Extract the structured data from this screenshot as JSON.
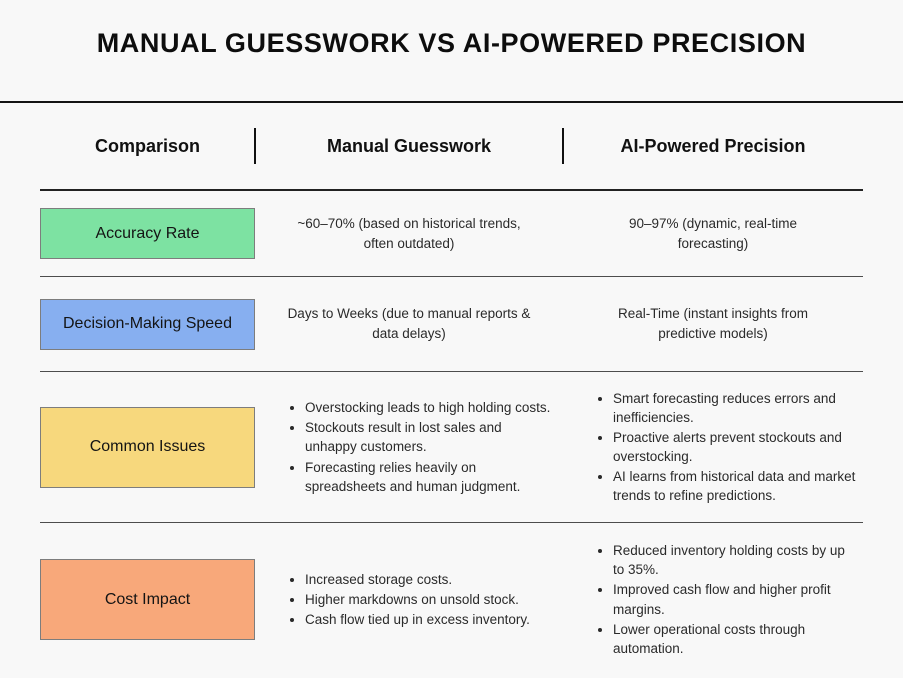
{
  "page": {
    "title": "MANUAL GUESSWORK VS AI-POWERED PRECISION",
    "background_color": "#f8f8f8",
    "text_color": "#2a2a2a"
  },
  "table": {
    "headers": [
      {
        "label": "Comparison"
      },
      {
        "label": "Manual Guesswork"
      },
      {
        "label": "AI-Powered Precision"
      }
    ],
    "rows": [
      {
        "label": "Accuracy Rate",
        "label_color": "#7de2a2",
        "manual": "~60–70% (based on historical trends, often outdated)",
        "ai": "90–97% (dynamic, real-time forecasting)"
      },
      {
        "label": "Decision-Making Speed",
        "label_color": "#87aff0",
        "manual": "Days to Weeks (due to manual reports & data delays)",
        "ai": "Real-Time (instant insights from predictive models)"
      },
      {
        "label": "Common Issues",
        "label_color": "#f7d87d",
        "manual_bullets": [
          "Overstocking leads to high holding costs.",
          "Stockouts result in lost sales and unhappy customers.",
          "Forecasting relies heavily on spreadsheets and human judgment."
        ],
        "ai_bullets": [
          "Smart forecasting reduces errors and inefficiencies.",
          "Proactive alerts prevent stockouts and overstocking.",
          "AI learns from historical data and market trends to refine predictions."
        ]
      },
      {
        "label": "Cost Impact",
        "label_color": "#f8a87a",
        "manual_bullets": [
          "Increased storage costs.",
          "Higher markdowns on unsold stock.",
          "Cash flow tied up in excess inventory."
        ],
        "ai_bullets": [
          "Reduced inventory holding costs by up to 35%.",
          "Improved cash flow and higher profit margins.",
          "Lower operational costs through automation."
        ]
      }
    ]
  }
}
